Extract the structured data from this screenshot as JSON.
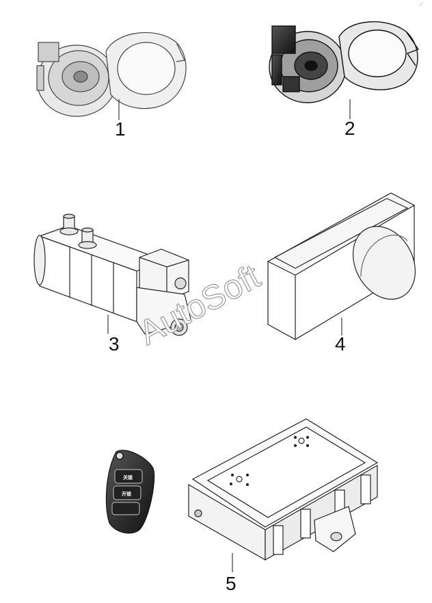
{
  "callouts": [
    "1",
    "2",
    "3",
    "4",
    "5"
  ],
  "watermark": "AutoSoft",
  "key_fob": {
    "button_top": "关锁",
    "button_mid": "开锁"
  },
  "corner_mark": "ₑ“"
}
